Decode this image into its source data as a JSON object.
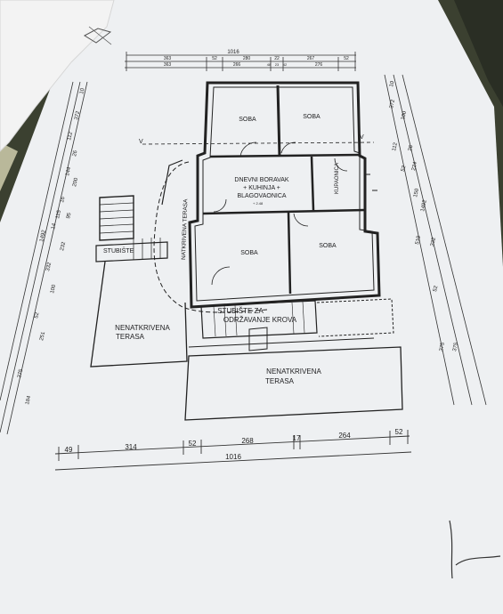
{
  "rooms": {
    "soba_top_left": "SOBA",
    "soba_top_right": "SOBA",
    "living_line1": "DNEVNI BORAVAK",
    "living_line2": "+ KUHINJA +",
    "living_line3": "BLAGOVAONICA",
    "living_level": "+ 2.48",
    "kupaonica": "KUPAONICA",
    "soba_mid_left": "SOBA",
    "soba_mid_right": "SOBA",
    "stubiste": "STUBIŠTE",
    "natkrivena": "NATKRIVENA TERASA",
    "roof_stairs_1": "STUBIŠTE ZA",
    "roof_stairs_2": "ODRŽAVANJE KROVA",
    "nenatk_left_1": "NENATKRIVENA",
    "nenatk_left_2": "TERASA",
    "nenatk_bottom_1": "NENATKRIVENA",
    "nenatk_bottom_2": "TERASA"
  },
  "dims_top": {
    "total": "1016",
    "row1": [
      "363",
      "52",
      "280",
      "22",
      "267",
      "52"
    ],
    "row2": [
      "363",
      "266",
      "48",
      "23",
      "42",
      "276"
    ]
  },
  "dims_bottom": {
    "segments": [
      "49",
      "314",
      "52",
      "268",
      "17",
      "264",
      "52"
    ],
    "total": "1016"
  },
  "dims_left": [
    "10",
    "372",
    "112",
    "26",
    "144",
    "200",
    "16",
    "115",
    "95",
    "14",
    "1492",
    "232",
    "332",
    "100",
    "52",
    "251",
    "375",
    "184"
  ],
  "dims_right": [
    "10",
    "372",
    "100",
    "112",
    "26",
    "52",
    "224",
    "150",
    "1492",
    "519",
    "332",
    "52",
    "375",
    "375"
  ],
  "section_marks": [
    "V",
    "V"
  ]
}
